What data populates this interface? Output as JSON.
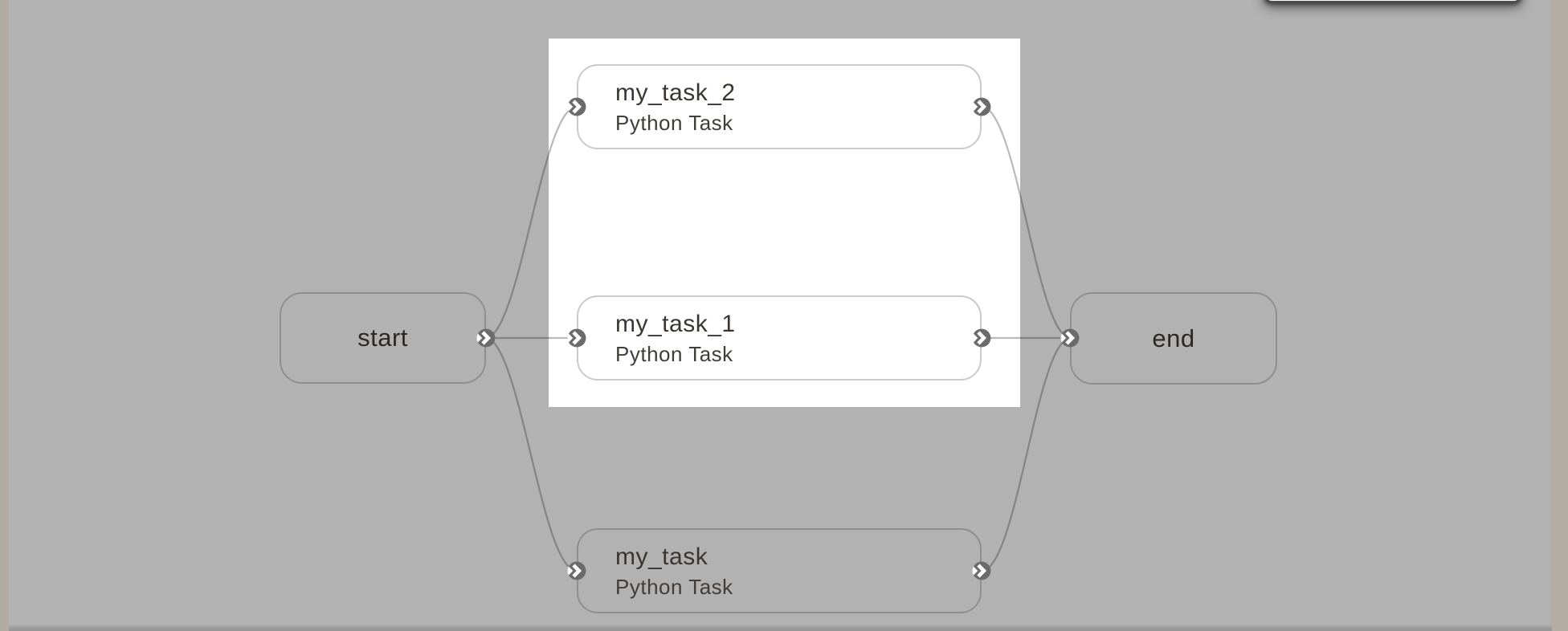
{
  "canvas": {
    "type": "workflow-dag",
    "background_color": "#b2b2b2",
    "backdrop_color": "#ffffff",
    "edge_color": "rgba(30,28,26,0.30)",
    "node_border_color": "rgba(35,32,28,0.24)",
    "connector_color": "#6b6b6b",
    "connector_glyph_color": "#ffffff"
  },
  "nodes": {
    "start": {
      "label": "start"
    },
    "end": {
      "label": "end"
    },
    "tasks": [
      {
        "title": "my_task",
        "subtitle": "Python Task"
      },
      {
        "title": "my_task_1",
        "subtitle": "Python Task"
      },
      {
        "title": "my_task_2",
        "subtitle": "Python Task"
      }
    ]
  },
  "edges": [
    {
      "from": "start",
      "to": "my_task_2"
    },
    {
      "from": "start",
      "to": "my_task_1"
    },
    {
      "from": "start",
      "to": "my_task"
    },
    {
      "from": "my_task_2",
      "to": "end"
    },
    {
      "from": "my_task_1",
      "to": "end"
    },
    {
      "from": "my_task",
      "to": "end"
    }
  ],
  "icons": {
    "connector": "chevron-right-icon"
  }
}
